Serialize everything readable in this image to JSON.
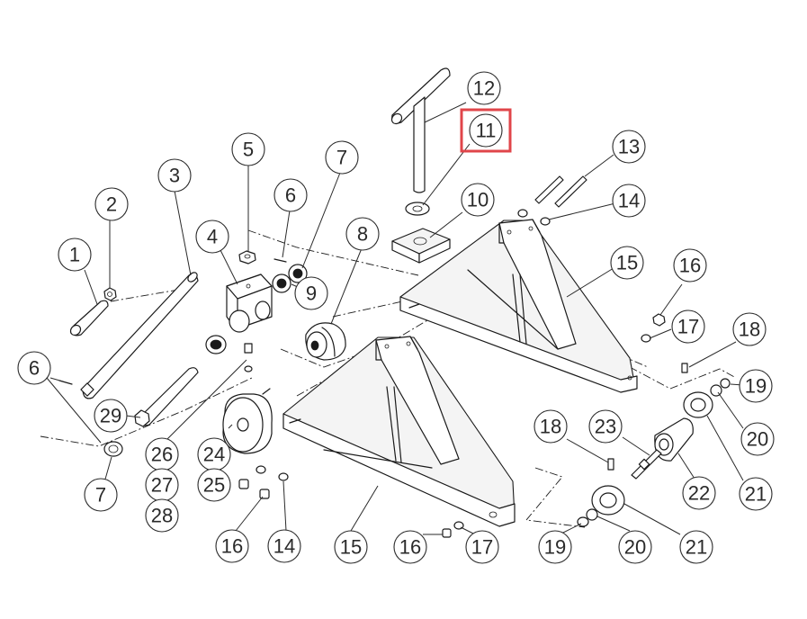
{
  "labels": {
    "l1": "1",
    "l2": "2",
    "l3": "3",
    "l4": "4",
    "l5": "5",
    "l6a": "6",
    "l6b": "6",
    "l7a": "7",
    "l7b": "7",
    "l8": "8",
    "l9": "9",
    "l10": "10",
    "l11": "11",
    "l12": "12",
    "l13": "13",
    "l14a": "14",
    "l14b": "14",
    "l15a": "15",
    "l15b": "15",
    "l16a": "16",
    "l16b": "16",
    "l16c": "16",
    "l17a": "17",
    "l17b": "17",
    "l18a": "18",
    "l18b": "18",
    "l19a": "19",
    "l19b": "19",
    "l20a": "20",
    "l20b": "20",
    "l21a": "21",
    "l21b": "21",
    "l22": "22",
    "l23": "23",
    "l24": "24",
    "l25": "25",
    "l26": "26",
    "l27": "27",
    "l28": "28",
    "l29": "29"
  },
  "highlighted_label": "11",
  "colors": {
    "line": "#1a1a1a",
    "highlight": "#e0454a",
    "background": "#ffffff"
  }
}
